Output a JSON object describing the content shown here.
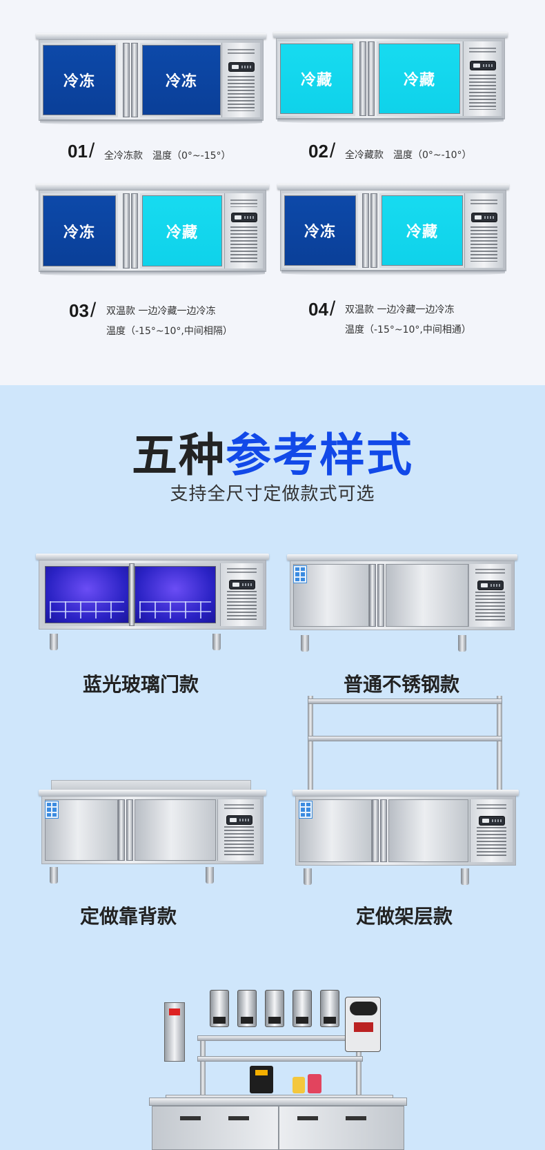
{
  "section1": {
    "fridges": [
      {
        "left_label": "冷冻",
        "right_label": "冷冻"
      },
      {
        "left_label": "冷藏",
        "right_label": "冷藏"
      },
      {
        "left_label": "冷冻",
        "right_label": "冷藏"
      },
      {
        "left_label": "冷冻",
        "right_label": "冷藏"
      }
    ],
    "captions": [
      {
        "number": "01",
        "line1": "全冷冻款　温度（0°~-15°）",
        "line2": ""
      },
      {
        "number": "02",
        "line1": "全冷藏款　温度（0°~-10°）",
        "line2": ""
      },
      {
        "number": "03",
        "line1": "双温款 一边冷藏一边冷冻",
        "line2": "温度（-15°~10°,中间相隔）"
      },
      {
        "number": "04",
        "line1": "双温款 一边冷藏一边冷冻",
        "line2": "温度（-15°~10°,中间相通）"
      }
    ],
    "slash": "/"
  },
  "section2": {
    "title_dark": "五种",
    "title_blue": "参考样式",
    "subtitle": "支持全尺寸定做款式可选",
    "styles": [
      {
        "label": "蓝光玻璃门款"
      },
      {
        "label": "普通不锈钢款"
      },
      {
        "label": "定做靠背款"
      },
      {
        "label": "定做架层款"
      }
    ]
  },
  "colors": {
    "freeze_blue": "#0d49a9",
    "chill_cyan": "#17dbf0",
    "title_blue": "#1249e8",
    "section2_bg": "#cfe6fb"
  }
}
